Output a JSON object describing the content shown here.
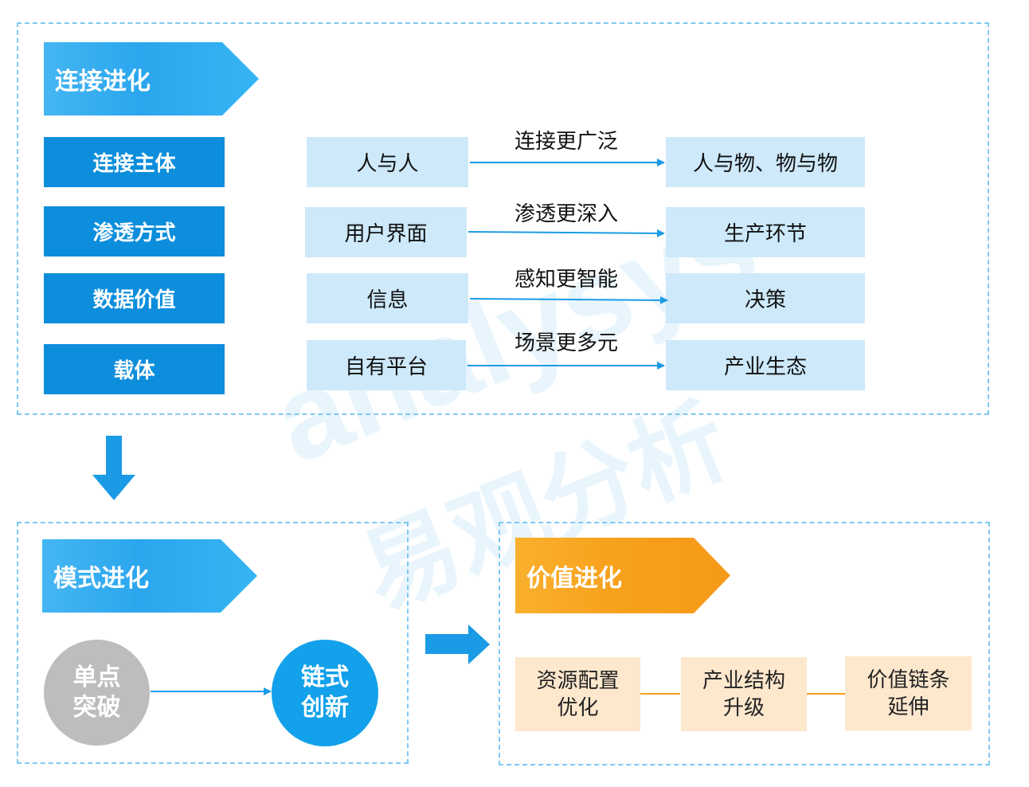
{
  "top": {
    "banner": "连接进化",
    "categories": [
      "连接主体",
      "渗透方式",
      "数据价值",
      "载体"
    ],
    "from": [
      "人与人",
      "用户界面",
      "信息",
      "自有平台"
    ],
    "arrow_labels": [
      "连接更广泛",
      "渗透更深入",
      "感知更智能",
      "场景更多元"
    ],
    "to": [
      "人与物、物与物",
      "生产环节",
      "决策",
      "产业生态"
    ]
  },
  "mode": {
    "banner": "模式进化",
    "from_circle": "单点\n突破",
    "to_circle": "链式\n创新"
  },
  "value": {
    "banner": "价值进化",
    "steps": [
      "资源配置\n优化",
      "产业结构\n升级",
      "价值链条\n延伸"
    ]
  },
  "watermark": {
    "latin": "analysys",
    "cjk": "易观分析"
  },
  "colors": {
    "dark_blue": "#0d8edc",
    "light_blue": "#cde9fa",
    "arrow_blue": "#1b9be6",
    "orange": "#f7a01c",
    "peach": "#fde7cd",
    "gray_circle": "#bdbdbd"
  }
}
